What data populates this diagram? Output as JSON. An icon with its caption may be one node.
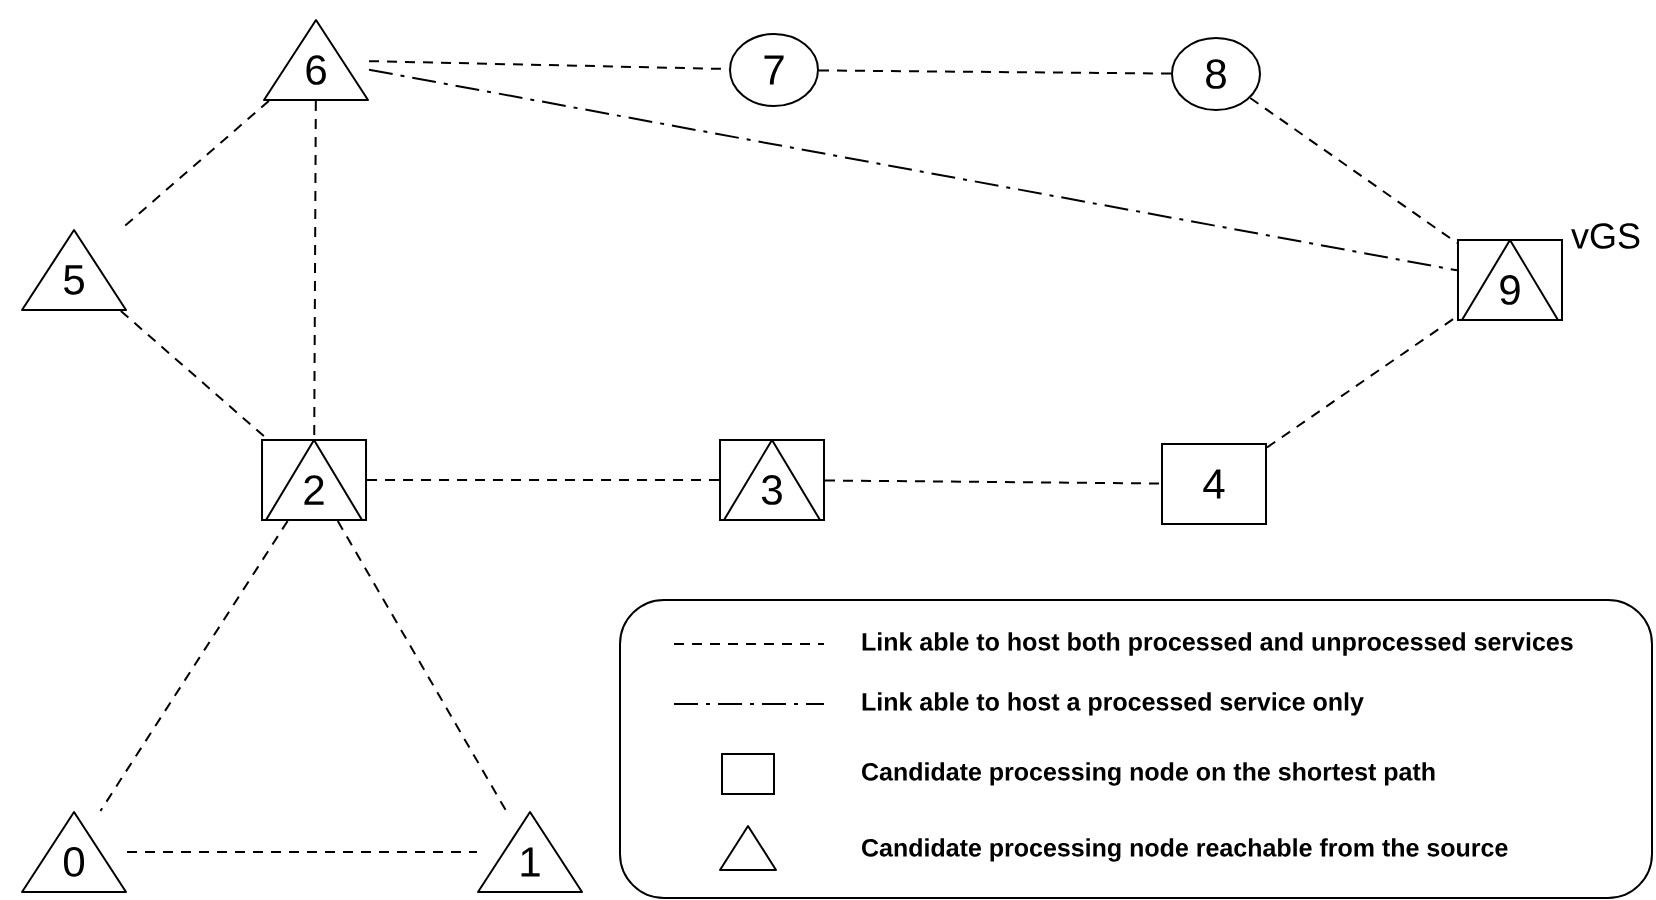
{
  "diagram": {
    "nodes": [
      {
        "text": [
          "0"
        ]
      },
      {
        "text": [
          "1"
        ]
      },
      {
        "text": [
          "2"
        ]
      },
      {
        "text": [
          "3"
        ]
      },
      {
        "text": [
          "4"
        ]
      },
      {
        "text": [
          "5"
        ]
      },
      {
        "text": [
          "6"
        ]
      },
      {
        "text": [
          "7"
        ]
      },
      {
        "text": [
          "8"
        ]
      },
      {
        "text": [
          "9"
        ],
        "beside": [
          "vGS"
        ]
      }
    ],
    "edges": [
      {
        "from": 6,
        "to": 7,
        "arrow": "none",
        "style": "dashed"
      },
      {
        "from": 7,
        "to": 8,
        "arrow": "none",
        "style": "dashed"
      },
      {
        "from": 8,
        "to": 9,
        "arrow": "none",
        "style": "dashed"
      },
      {
        "from": 6,
        "to": 9,
        "arrow": "none"
      },
      {
        "from": 6,
        "to": 5,
        "arrow": "none",
        "style": "dashed"
      },
      {
        "from": 6,
        "to": 2,
        "arrow": "none",
        "style": "dashed"
      },
      {
        "from": 5,
        "to": 2,
        "arrow": "none",
        "style": "dashed"
      },
      {
        "from": 2,
        "to": 3,
        "arrow": "none",
        "style": "dashed"
      },
      {
        "from": 3,
        "to": 4,
        "arrow": "none",
        "style": "dashed"
      },
      {
        "from": 4,
        "to": 9,
        "arrow": "none",
        "style": "dashed"
      },
      {
        "from": 2,
        "to": 0,
        "arrow": "none",
        "style": "dashed"
      },
      {
        "from": 2,
        "to": 1,
        "arrow": "none",
        "style": "dashed"
      },
      {
        "from": 0,
        "to": 1,
        "arrow": "none",
        "style": "dashed"
      }
    ],
    "legend": [
      {
        "text": "Link able to host both processed and unprocessed services"
      },
      {
        "text": "Link able to host a processed service only"
      },
      {
        "text": "Candidate processing node on the shortest path"
      },
      {
        "text": "Candidate processing node reachable from the source"
      }
    ]
  }
}
